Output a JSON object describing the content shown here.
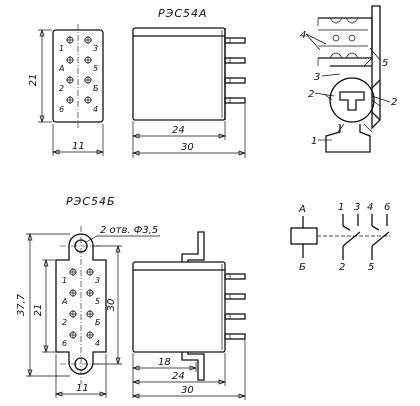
{
  "relay_a": {
    "title": "РЭС54А",
    "dim_height": "21",
    "dim_width": "11",
    "dim_body": "24",
    "dim_total": "30",
    "pins": [
      "1",
      "3",
      "А",
      "5",
      "2",
      "Б",
      "6",
      "4"
    ]
  },
  "relay_b": {
    "title": "РЭС54Б",
    "hole_note": "2 отв. Ф3,5",
    "dim_outer": "37,7",
    "dim_height": "21",
    "dim_mount": "30",
    "dim_width": "11",
    "dim_18": "18",
    "dim_body": "24",
    "dim_total": "30",
    "pins": [
      "1",
      "3",
      "А",
      "5",
      "2",
      "Б",
      "6",
      "4"
    ]
  },
  "parts_view": {
    "callouts": [
      "4",
      "5",
      "3",
      "2",
      "2",
      "1"
    ]
  },
  "schematic": {
    "coil_top": "А",
    "coil_bottom": "Б",
    "contacts_top": [
      "1",
      "3",
      "4",
      "6"
    ],
    "contacts_bottom": [
      "2",
      "5"
    ]
  }
}
